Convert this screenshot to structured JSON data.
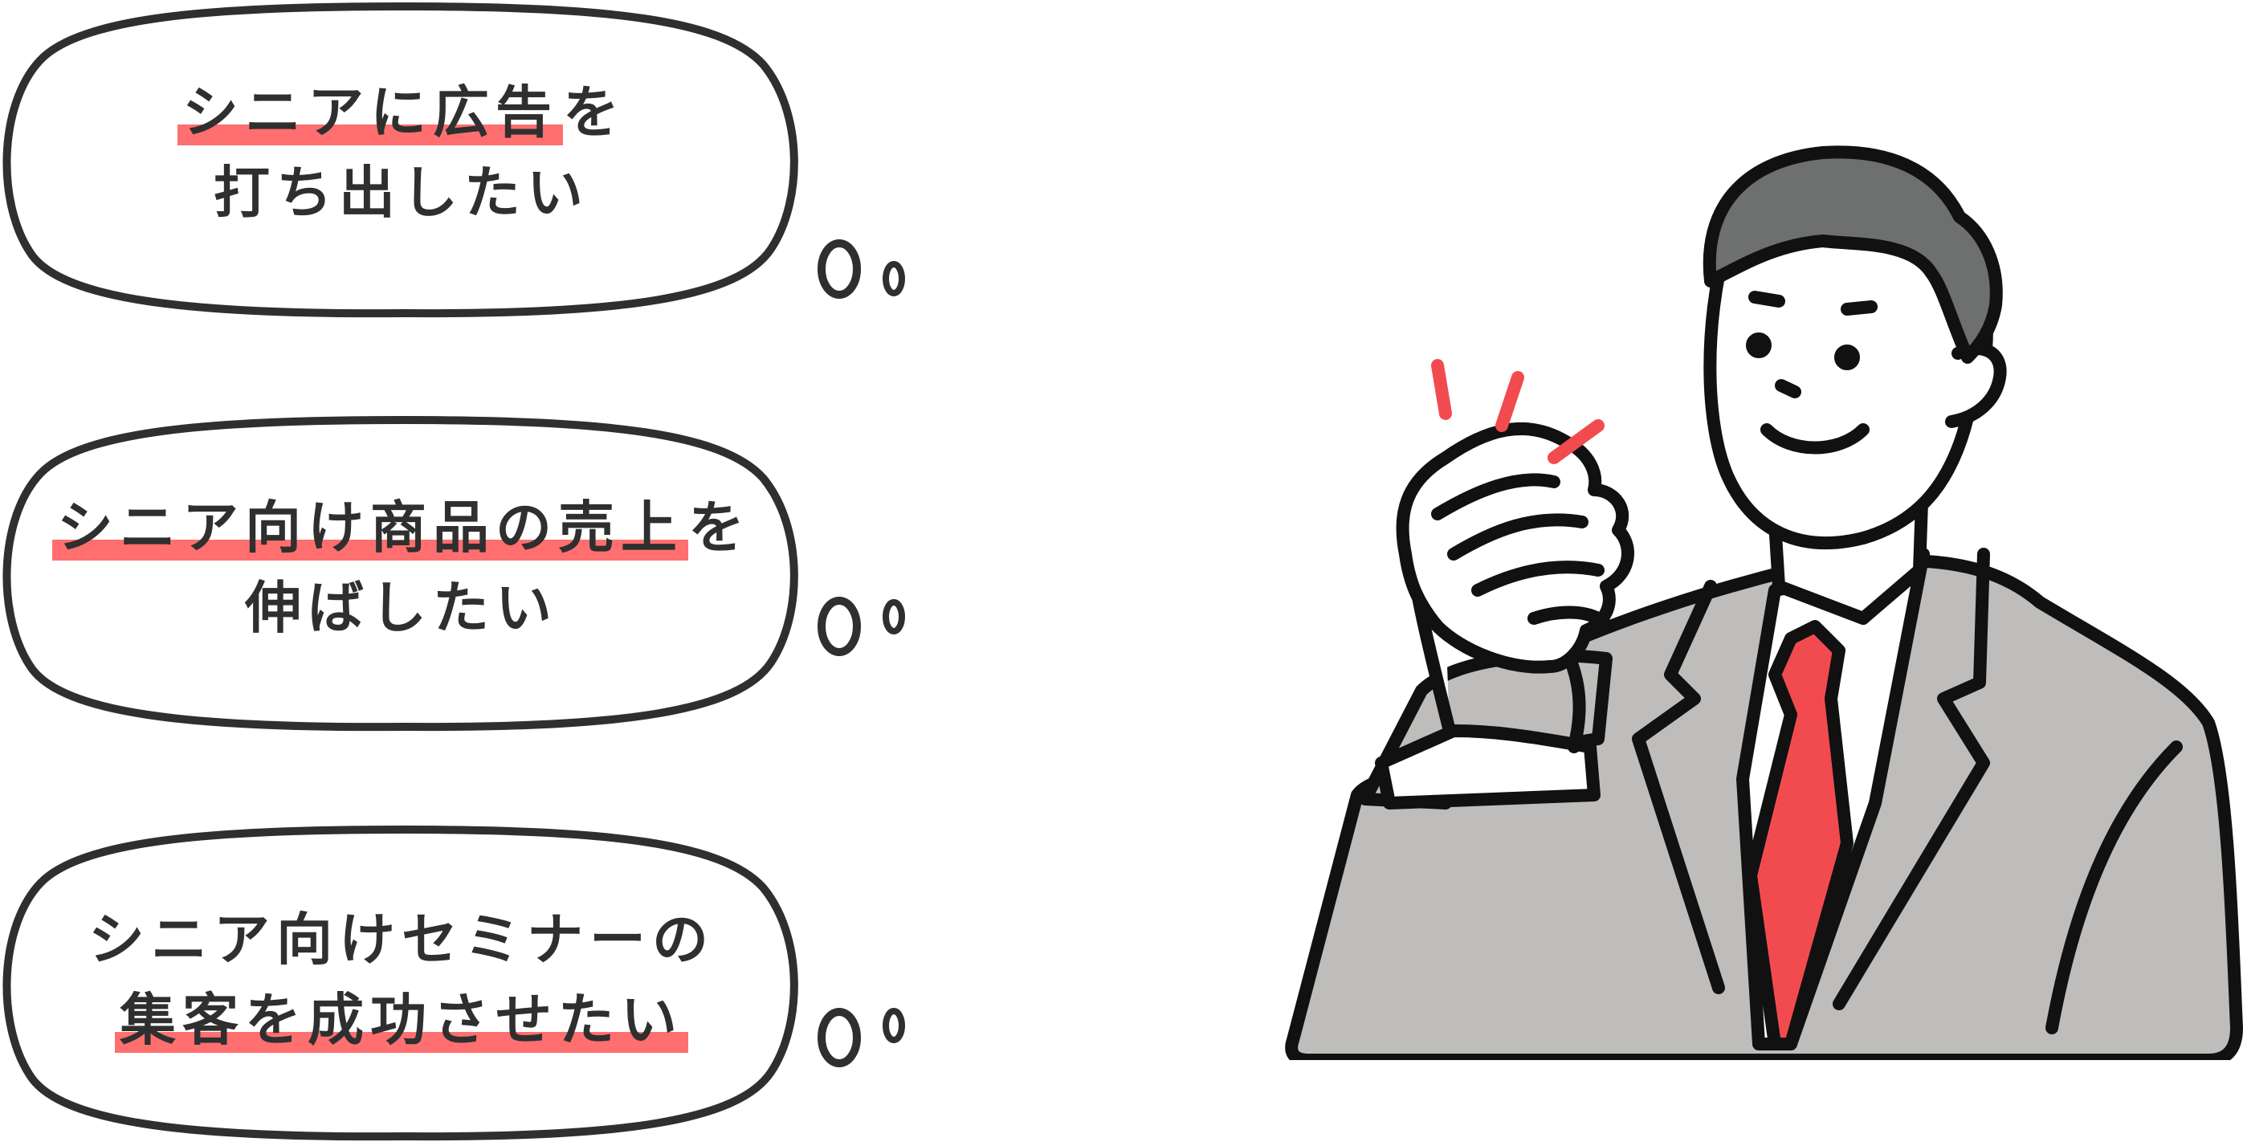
{
  "bubbles": [
    {
      "highlighted": "シニアに広告",
      "line1_rest": "を",
      "line2": "打ち出したい"
    },
    {
      "highlighted": "シニア向け商品の売上",
      "line1_rest": "を",
      "line2": "伸ばしたい"
    },
    {
      "line1": "シニア向けセミナーの",
      "highlighted": "集客を成功させたい"
    }
  ],
  "colors": {
    "highlight": "#ff6f6f",
    "outline": "#2f2f2f",
    "suit": "#bebdbb",
    "tie": "#f24b4f",
    "hair": "#6d706f",
    "accent_marks": "#f24b4f"
  },
  "illustration": {
    "subject": "businessman-fist-pump",
    "icons": [
      "thought-bubble-icon",
      "sparkle-marks-icon"
    ]
  }
}
